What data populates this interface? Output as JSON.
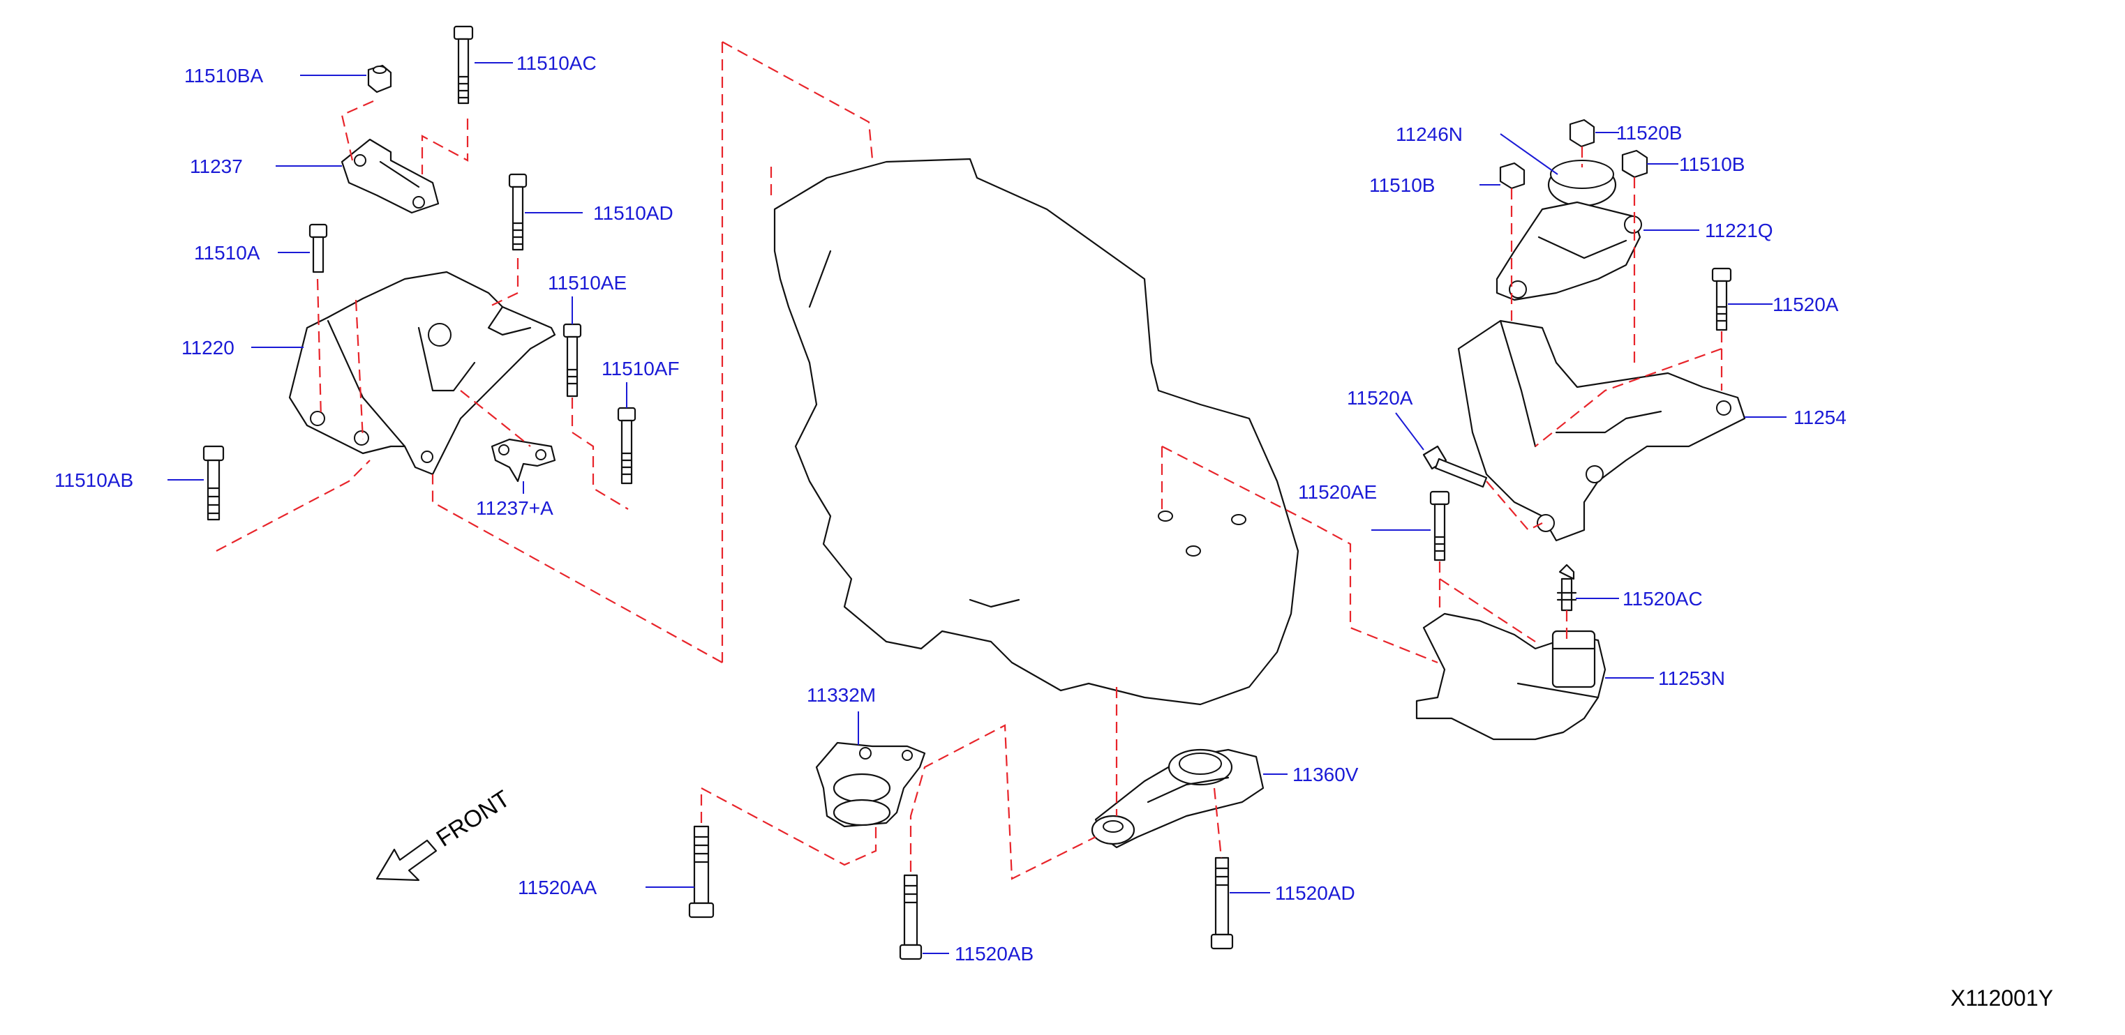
{
  "diagram": {
    "id_code": "X112001Y",
    "front_label": "FRONT",
    "colors": {
      "label": "#1a1ad6",
      "dashed_line": "#e8242a",
      "outline": "#111111",
      "background": "#ffffff"
    },
    "part_labels": [
      "11510BA",
      "11510AC",
      "11237",
      "11510AD",
      "11510A",
      "11510AE",
      "11220",
      "11510AF",
      "11510AB",
      "11237+A",
      "11246N",
      "11520B",
      "11510B",
      "11510B",
      "11221Q",
      "11520A",
      "11254",
      "11520A",
      "11520AE",
      "11520AC",
      "11253N",
      "11332M",
      "11360V",
      "11520AA",
      "11520AB",
      "11520AD"
    ]
  }
}
